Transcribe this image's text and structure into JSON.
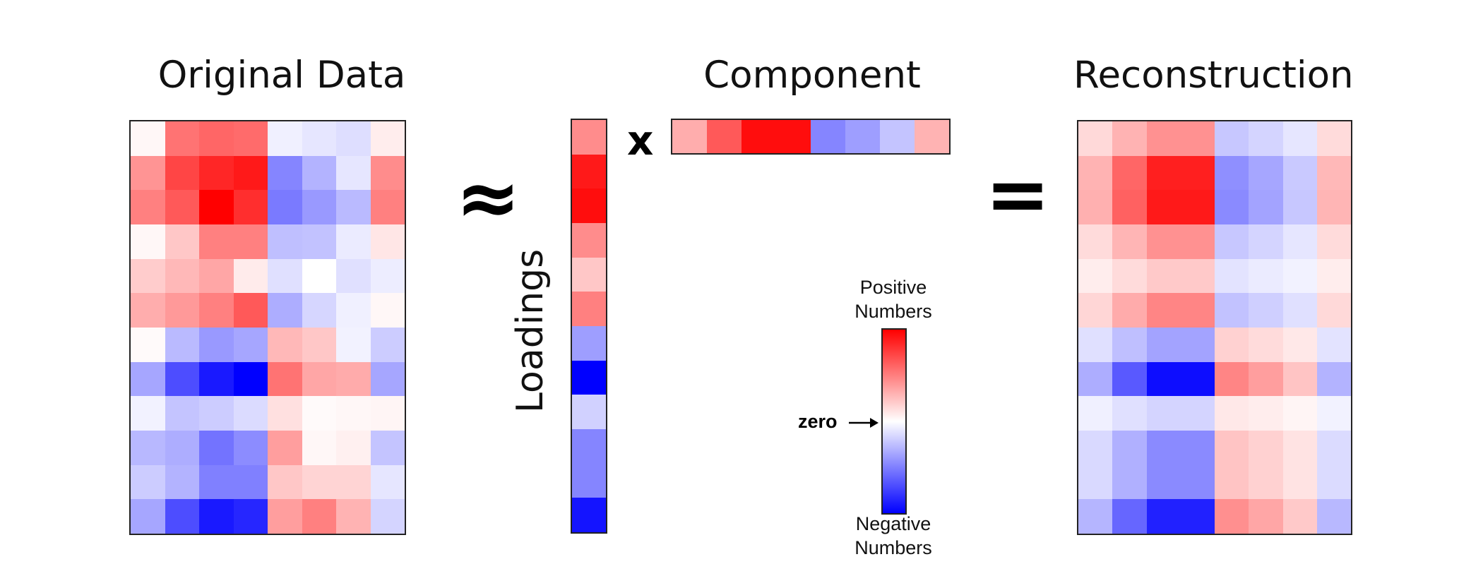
{
  "titles": {
    "original": "Original Data",
    "component": "Component",
    "reconstruction": "Reconstruction"
  },
  "operators": {
    "approx": "≈",
    "times": "x",
    "equals": "="
  },
  "loadings_label": "Loadings",
  "legend": {
    "positive": [
      "Positive",
      "Numbers"
    ],
    "negative": [
      "Negative",
      "Numbers"
    ],
    "zero": "zero",
    "colors": {
      "positive": "#ff0000",
      "zero": "#ffffff",
      "negative": "#0000ff"
    }
  },
  "original_data": [
    [
      0.03,
      0.55,
      0.6,
      0.58,
      -0.06,
      -0.1,
      -0.13,
      0.07
    ],
    [
      0.42,
      0.73,
      0.85,
      0.9,
      -0.48,
      -0.3,
      -0.1,
      0.45
    ],
    [
      0.5,
      0.65,
      1.0,
      0.82,
      -0.52,
      -0.4,
      -0.27,
      0.5
    ],
    [
      0.03,
      0.22,
      0.5,
      0.5,
      -0.25,
      -0.24,
      -0.08,
      0.1
    ],
    [
      0.2,
      0.28,
      0.35,
      0.08,
      -0.12,
      0.0,
      -0.12,
      -0.07
    ],
    [
      0.32,
      0.4,
      0.5,
      0.65,
      -0.32,
      -0.16,
      -0.06,
      0.03
    ],
    [
      0.02,
      -0.27,
      -0.4,
      -0.35,
      0.28,
      0.22,
      -0.05,
      -0.2
    ],
    [
      -0.35,
      -0.7,
      -0.9,
      -1.0,
      0.55,
      0.35,
      0.33,
      -0.35
    ],
    [
      -0.05,
      -0.23,
      -0.2,
      -0.14,
      0.12,
      0.02,
      0.03,
      0.04
    ],
    [
      -0.28,
      -0.32,
      -0.55,
      -0.45,
      0.38,
      0.03,
      0.06,
      -0.23
    ],
    [
      -0.2,
      -0.3,
      -0.5,
      -0.5,
      0.22,
      0.17,
      0.17,
      -0.1
    ],
    [
      -0.35,
      -0.7,
      -0.9,
      -0.85,
      0.38,
      0.5,
      0.3,
      -0.17
    ]
  ],
  "loadings": [
    0.45,
    0.9,
    0.95,
    0.45,
    0.22,
    0.5,
    -0.38,
    -1.0,
    -0.18,
    -0.48,
    -0.48,
    -0.92
  ],
  "component": [
    0.32,
    0.65,
    0.95,
    0.95,
    -0.48,
    -0.38,
    -0.23,
    0.3
  ],
  "reconstruction": [
    [
      0.15,
      0.3,
      0.43,
      0.43,
      -0.22,
      -0.17,
      -0.1,
      0.14
    ],
    [
      0.3,
      0.6,
      0.88,
      0.88,
      -0.44,
      -0.35,
      -0.21,
      0.28
    ],
    [
      0.31,
      0.62,
      0.9,
      0.9,
      -0.46,
      -0.36,
      -0.22,
      0.29
    ],
    [
      0.14,
      0.29,
      0.43,
      0.43,
      -0.22,
      -0.17,
      -0.1,
      0.14
    ],
    [
      0.07,
      0.14,
      0.21,
      0.21,
      -0.11,
      -0.08,
      -0.05,
      0.07
    ],
    [
      0.16,
      0.33,
      0.48,
      0.48,
      -0.24,
      -0.19,
      -0.12,
      0.15
    ],
    [
      -0.12,
      -0.25,
      -0.36,
      -0.36,
      0.18,
      0.14,
      0.09,
      -0.11
    ],
    [
      -0.32,
      -0.65,
      -0.95,
      -0.95,
      0.48,
      0.38,
      0.23,
      -0.3
    ],
    [
      -0.06,
      -0.12,
      -0.17,
      -0.17,
      0.09,
      0.07,
      0.04,
      -0.05
    ],
    [
      -0.15,
      -0.31,
      -0.46,
      -0.46,
      0.23,
      0.18,
      0.11,
      -0.14
    ],
    [
      -0.15,
      -0.31,
      -0.46,
      -0.46,
      0.23,
      0.18,
      0.11,
      -0.14
    ],
    [
      -0.29,
      -0.6,
      -0.87,
      -0.87,
      0.44,
      0.35,
      0.21,
      -0.28
    ]
  ]
}
